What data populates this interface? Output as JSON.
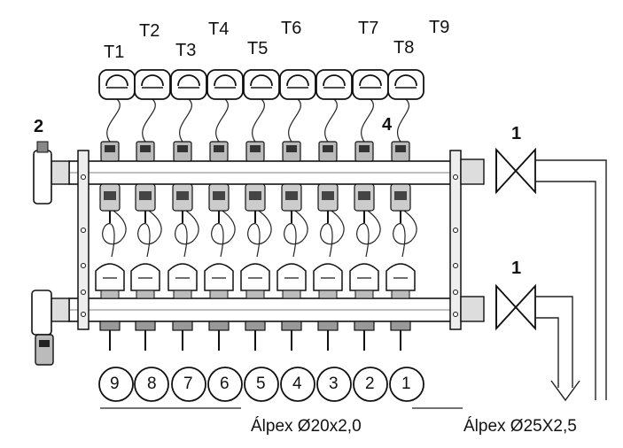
{
  "thermostats": [
    "T1",
    "T2",
    "T3",
    "T4",
    "T5",
    "T6",
    "T7",
    "T8",
    "T9"
  ],
  "callouts": {
    "safety_valve": "2",
    "actuator": "4",
    "ball_valve_top": "1",
    "ball_valve_bottom": "1"
  },
  "loops": [
    "9",
    "8",
    "7",
    "6",
    "5",
    "4",
    "3",
    "2",
    "1"
  ],
  "pipe_labels": {
    "loop_pipe": "Álpex Ø20x2,0",
    "supply_pipe": "Álpex Ø25X2,5"
  }
}
